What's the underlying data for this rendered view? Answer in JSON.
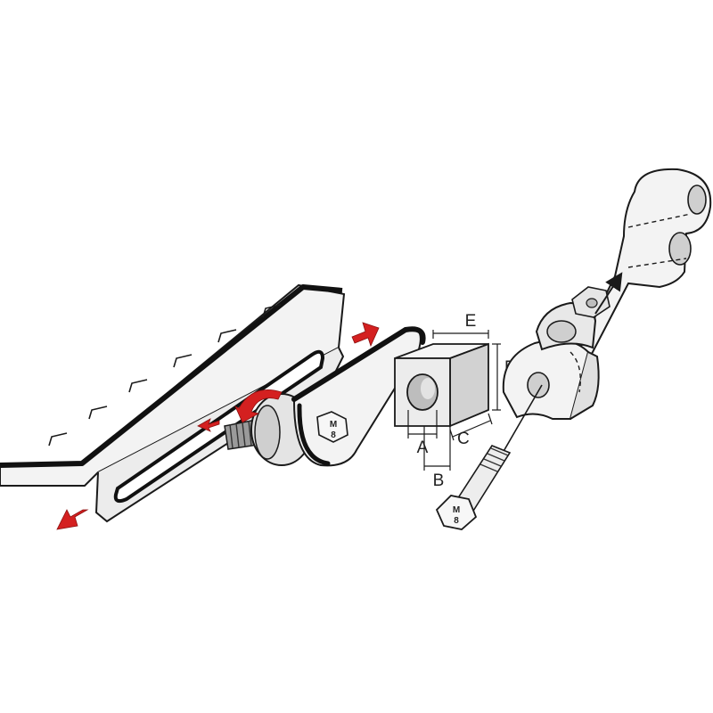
{
  "colors": {
    "outline": "#1a1a1a",
    "part_fill": "#f3f3f3",
    "part_shade": "#d7d7d7",
    "arrow_red": "#d42020",
    "background": "#ffffff"
  },
  "dimension_labels": {
    "a": "A",
    "b": "B",
    "c": "C",
    "d": "D",
    "e": "E"
  },
  "bolt_labels": {
    "nut_on_arm": {
      "line1": "M",
      "line2": "8"
    },
    "loose_bolt": {
      "line1": "M",
      "line2": "8"
    }
  },
  "icons": {
    "motion_arrows": "red-direction-arrow",
    "rotation_arrow": "red-rotate-arrow",
    "assembly_arrow": "black-assembly-arrow"
  }
}
